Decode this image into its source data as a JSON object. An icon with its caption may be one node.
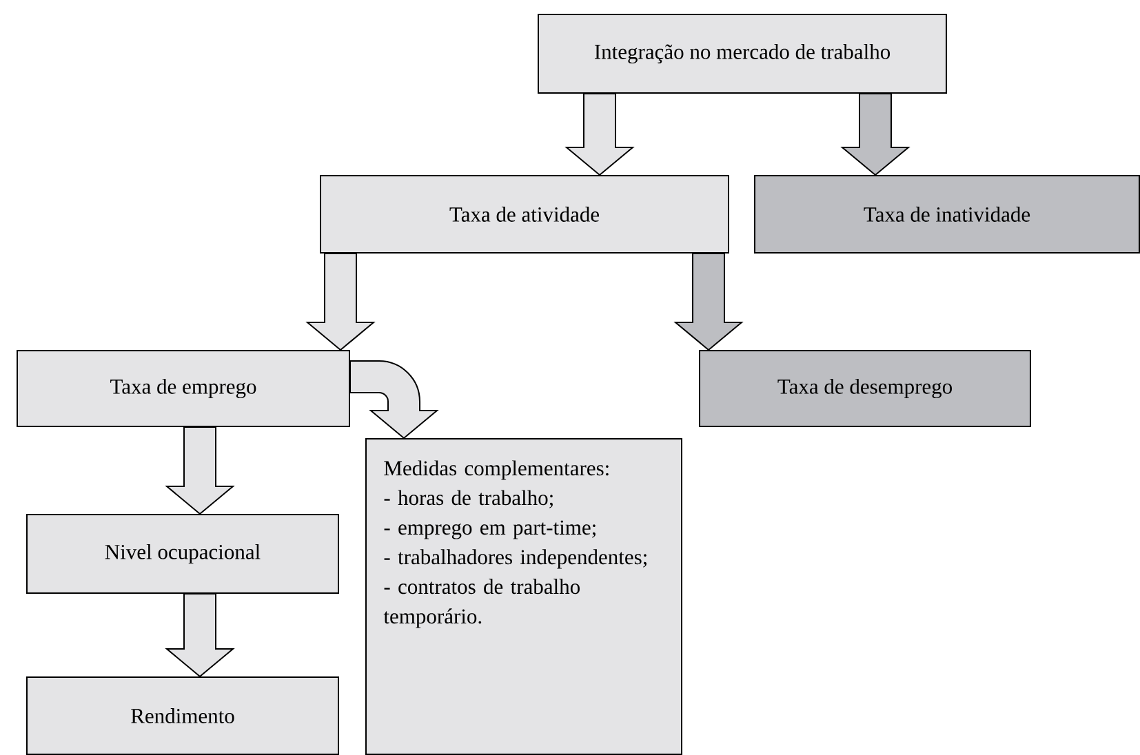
{
  "diagram": {
    "nodes": [
      {
        "text": [
          "Integração no mercado de trabalho"
        ]
      },
      {
        "text": [
          "Taxa de atividade"
        ]
      },
      {
        "text": [
          "Taxa de inatividade"
        ]
      },
      {
        "text": [
          "Taxa de emprego"
        ]
      },
      {
        "text": [
          "Taxa de desemprego"
        ]
      },
      {
        "text": [
          "Medidas complementares:",
          "- horas de trabalho;",
          "- emprego em part-time;",
          "- trabalhadores independentes;",
          "- contratos de trabalho temporário."
        ]
      },
      {
        "text": [
          "Nivel ocupacional"
        ]
      },
      {
        "text": [
          "Rendimento"
        ]
      }
    ],
    "edges": [
      {
        "from": 0,
        "to": 1,
        "arrow": "to"
      },
      {
        "from": 0,
        "to": 2,
        "arrow": "to",
        "color": "#bdbec2"
      },
      {
        "from": 1,
        "to": 3,
        "arrow": "to"
      },
      {
        "from": 1,
        "to": 4,
        "arrow": "to",
        "color": "#bdbec2"
      },
      {
        "from": 3,
        "to": 5,
        "arrow": "to"
      },
      {
        "from": 3,
        "to": 6,
        "arrow": "to"
      },
      {
        "from": 6,
        "to": 7,
        "arrow": "to"
      }
    ]
  }
}
